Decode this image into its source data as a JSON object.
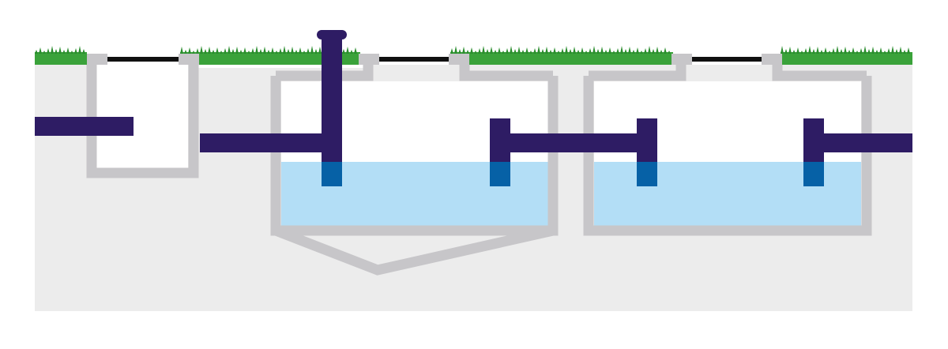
{
  "diagram": {
    "components": [
      {
        "name": "ground",
        "icon": "soil-block"
      },
      {
        "name": "grass",
        "icon": "grass-strip"
      },
      {
        "name": "inspection-chamber",
        "icon": "open-box"
      },
      {
        "name": "septic-tank-primary",
        "icon": "hopper-tank"
      },
      {
        "name": "septic-tank-secondary",
        "icon": "rectangular-tank"
      },
      {
        "name": "vent-pipe",
        "icon": "mushroom-vent"
      },
      {
        "name": "drain-pipe",
        "icon": "horizontal-pipe"
      },
      {
        "name": "t-pipe",
        "icon": "tee-fitting"
      },
      {
        "name": "liquid",
        "icon": "water-level"
      },
      {
        "name": "access-cover",
        "icon": "manhole-lid"
      }
    ],
    "colors": {
      "background": "#ffffff",
      "ground": "#ececec",
      "tank_wall": "#c7c6c9",
      "pipe": "#2e1c64",
      "pipe_submerged": "#0661a6",
      "water": "#b3def6",
      "grass": "#3aa23a",
      "grass_dark": "#2b8d2e",
      "cover": "#101010"
    }
  }
}
